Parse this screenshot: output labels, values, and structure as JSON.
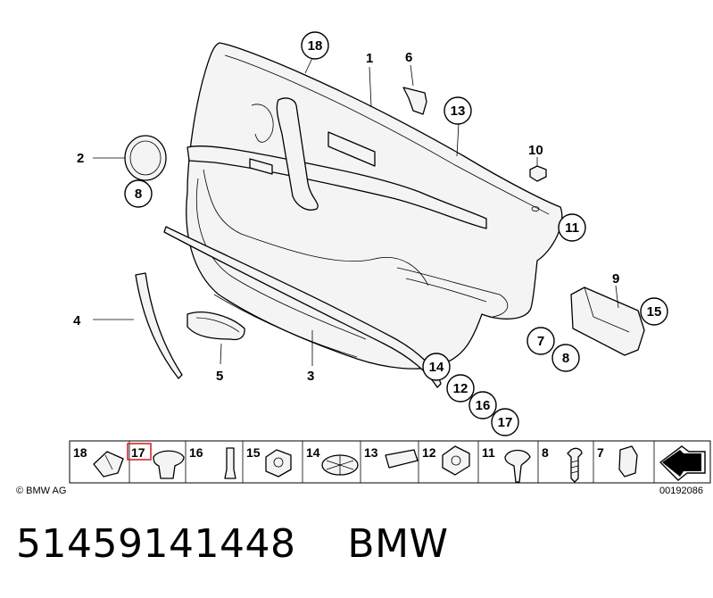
{
  "callouts": {
    "c18": "18",
    "c1": "1",
    "c6": "6",
    "c13": "13",
    "c2": "2",
    "c8a": "8",
    "c10": "10",
    "c11": "11",
    "c9": "9",
    "c15": "15",
    "c7": "7",
    "c8b": "8",
    "c4": "4",
    "c5": "5",
    "c3": "3",
    "c14": "14",
    "c12": "12",
    "c16": "16",
    "c17": "17"
  },
  "strip": {
    "cells": [
      "18",
      "17",
      "16",
      "15",
      "14",
      "13",
      "12",
      "11",
      "8",
      "7"
    ],
    "highlighted_index": 1,
    "highlight_color": "#d9262c"
  },
  "footer": {
    "copyright": "© BMW AG",
    "diagram_id": "00192086"
  },
  "caption": {
    "part_number": "51459141448",
    "brand": "BMW"
  }
}
